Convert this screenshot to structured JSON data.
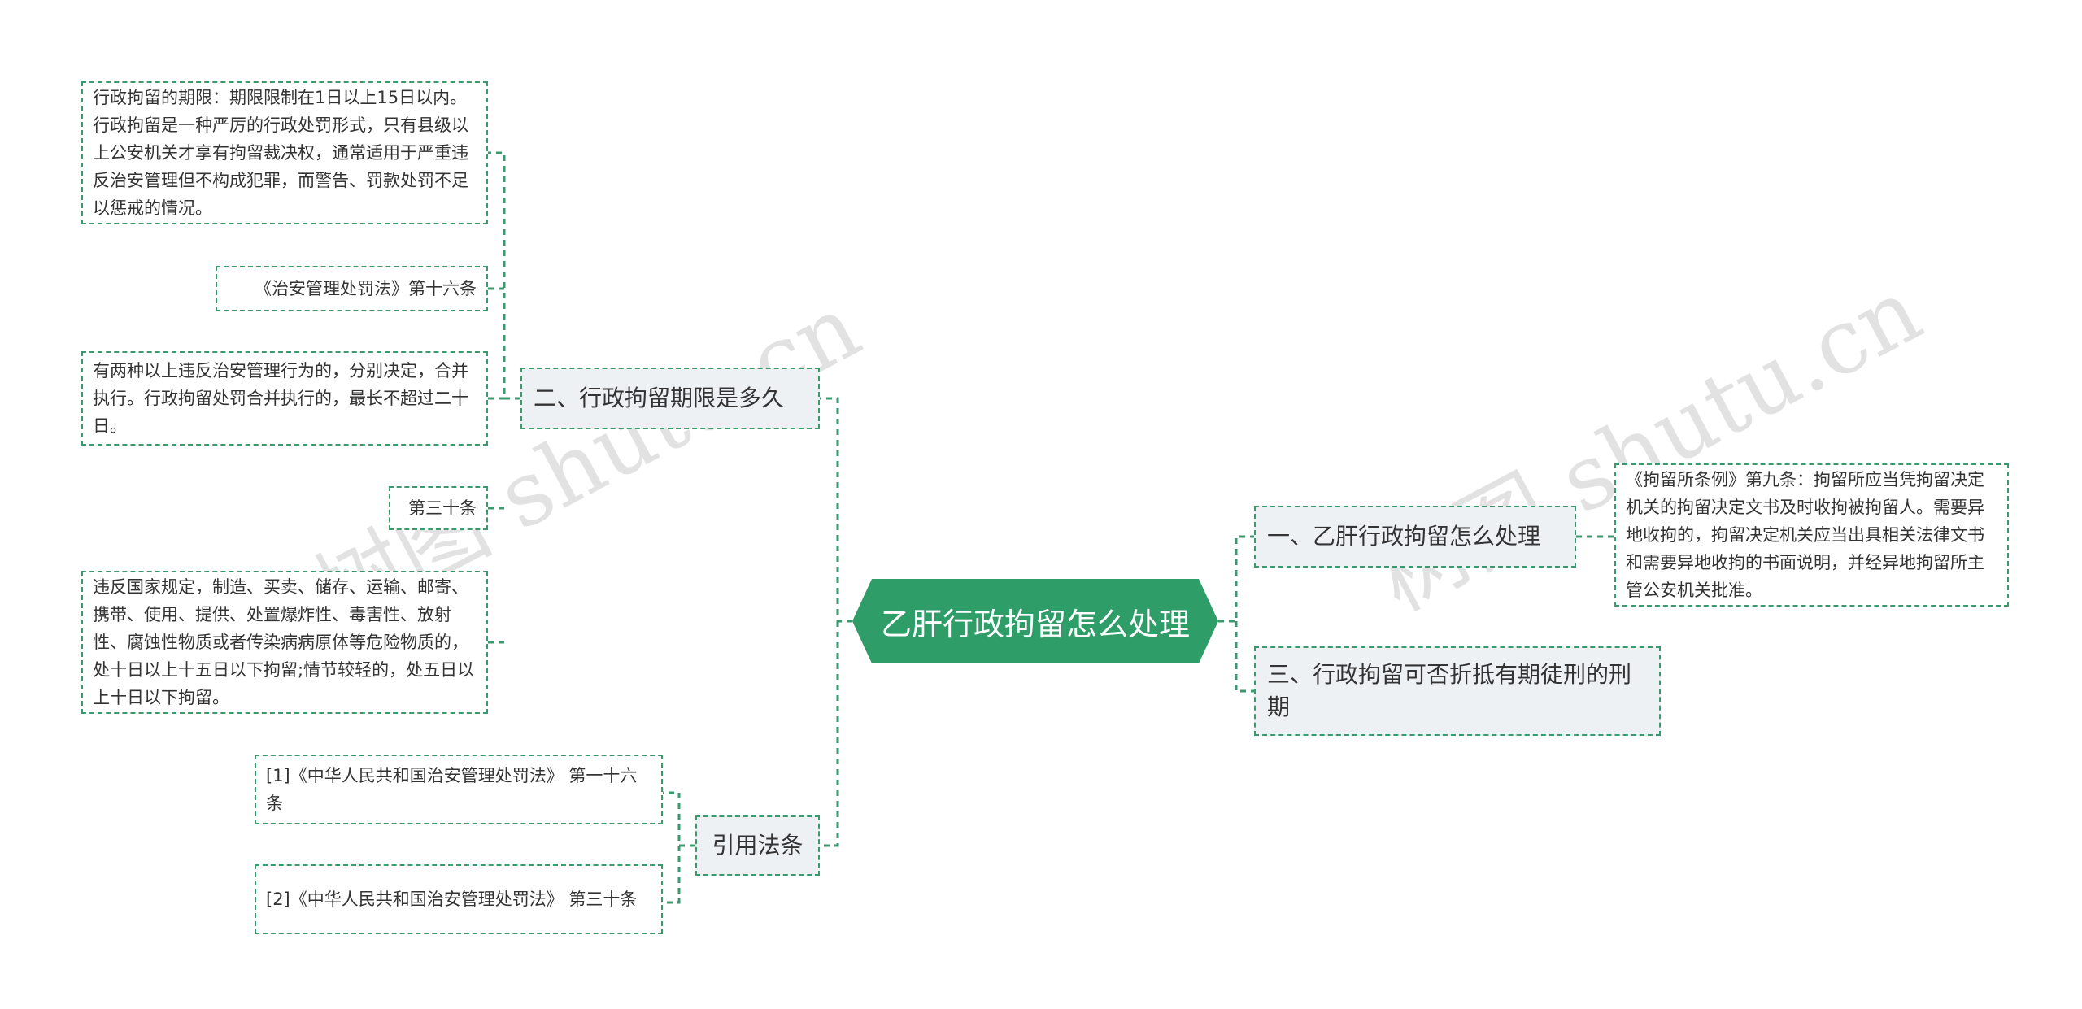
{
  "root": {
    "label": "乙肝行政拘留怎么处理"
  },
  "branches": {
    "b2": {
      "label": "二、行政拘留期限是多久"
    },
    "cite": {
      "label": "引用法条"
    },
    "b1": {
      "label": "一、乙肝行政拘留怎么处理"
    },
    "b3": {
      "label": "三、行政拘留可否折抵有期徒刑的刑期"
    }
  },
  "leaves": {
    "b2_1": "行政拘留的期限：期限限制在1日以上15日以内。行政拘留是一种严厉的行政处罚形式，只有县级以上公安机关才享有拘留裁决权，通常适用于严重违反治安管理但不构成犯罪，而警告、罚款处罚不足以惩戒的情况。",
    "b2_2": "《治安管理处罚法》第十六条",
    "b2_3": "有两种以上违反治安管理行为的，分别决定，合并执行。行政拘留处罚合并执行的，最长不超过二十日。",
    "b2_4": "第三十条",
    "b2_5": "违反国家规定，制造、买卖、储存、运输、邮寄、携带、使用、提供、处置爆炸性、毒害性、放射性、腐蚀性物质或者传染病病原体等危险物质的，处十日以上十五日以下拘留;情节较轻的，处五日以上十日以下拘留。",
    "cite_1": "[1]《中华人民共和国治安管理处罚法》 第一十六条",
    "cite_2": "[2]《中华人民共和国治安管理处罚法》 第三十条",
    "b1_1": "《拘留所条例》第九条：拘留所应当凭拘留决定机关的拘留决定文书及时收拘被拘留人。需要异地收拘的，拘留决定机关应当出具相关法律文书和需要异地收拘的书面说明，并经异地拘留所主管公安机关批准。"
  },
  "watermarks": [
    "树图 shutu.cn",
    "树图 shutu.cn"
  ],
  "colors": {
    "root": "#2f9d67",
    "line": "#3a9a6e",
    "branch_bg": "#eef1f4"
  }
}
